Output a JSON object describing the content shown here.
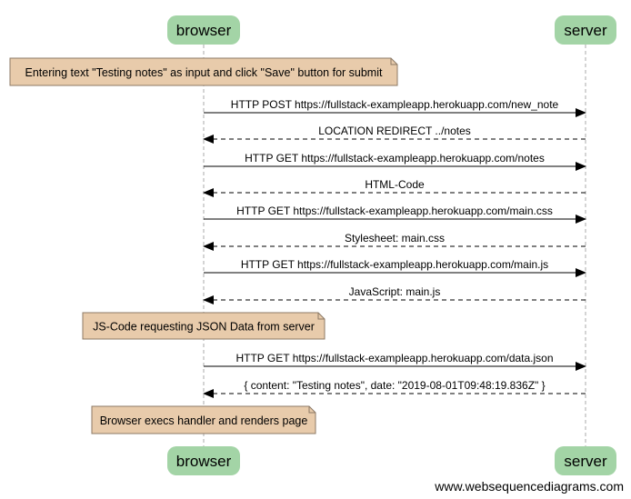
{
  "actors": [
    {
      "id": "browser",
      "label": "browser"
    },
    {
      "id": "server",
      "label": "server"
    }
  ],
  "colors": {
    "actor_fill": "#a3d4a6",
    "note_fill": "#e8cbab",
    "note_stroke": "#8c7a66",
    "lifeline": "#aaaaaa",
    "arrow": "#000000"
  },
  "steps": [
    {
      "kind": "note",
      "text": "Entering text \"Testing notes\" as input and click \"Save\" button for submit"
    },
    {
      "kind": "message",
      "from": "browser",
      "to": "server",
      "style": "solid",
      "text": "HTTP POST https://fullstack-exampleapp.herokuapp.com/new_note"
    },
    {
      "kind": "message",
      "from": "server",
      "to": "browser",
      "style": "dashed",
      "text": "LOCATION REDIRECT ../notes"
    },
    {
      "kind": "message",
      "from": "browser",
      "to": "server",
      "style": "solid",
      "text": "HTTP GET https://fullstack-exampleapp.herokuapp.com/notes"
    },
    {
      "kind": "message",
      "from": "server",
      "to": "browser",
      "style": "dashed",
      "text": "HTML-Code"
    },
    {
      "kind": "message",
      "from": "browser",
      "to": "server",
      "style": "solid",
      "text": "HTTP GET https://fullstack-exampleapp.herokuapp.com/main.css"
    },
    {
      "kind": "message",
      "from": "server",
      "to": "browser",
      "style": "dashed",
      "text": "Stylesheet: main.css"
    },
    {
      "kind": "message",
      "from": "browser",
      "to": "server",
      "style": "solid",
      "text": "HTTP GET https://fullstack-exampleapp.herokuapp.com/main.js"
    },
    {
      "kind": "message",
      "from": "server",
      "to": "browser",
      "style": "dashed",
      "text": "JavaScript: main.js"
    },
    {
      "kind": "note",
      "text": "JS-Code requesting JSON Data from server"
    },
    {
      "kind": "message",
      "from": "browser",
      "to": "server",
      "style": "solid",
      "text": "HTTP GET https://fullstack-exampleapp.herokuapp.com/data.json"
    },
    {
      "kind": "message",
      "from": "server",
      "to": "browser",
      "style": "dashed",
      "text": "{ content: \"Testing notes\", date: \"2019-08-01T09:48:19.836Z\" }"
    },
    {
      "kind": "note",
      "text": "Browser execs handler and renders page"
    }
  ],
  "footer": "www.websequencediagrams.com"
}
